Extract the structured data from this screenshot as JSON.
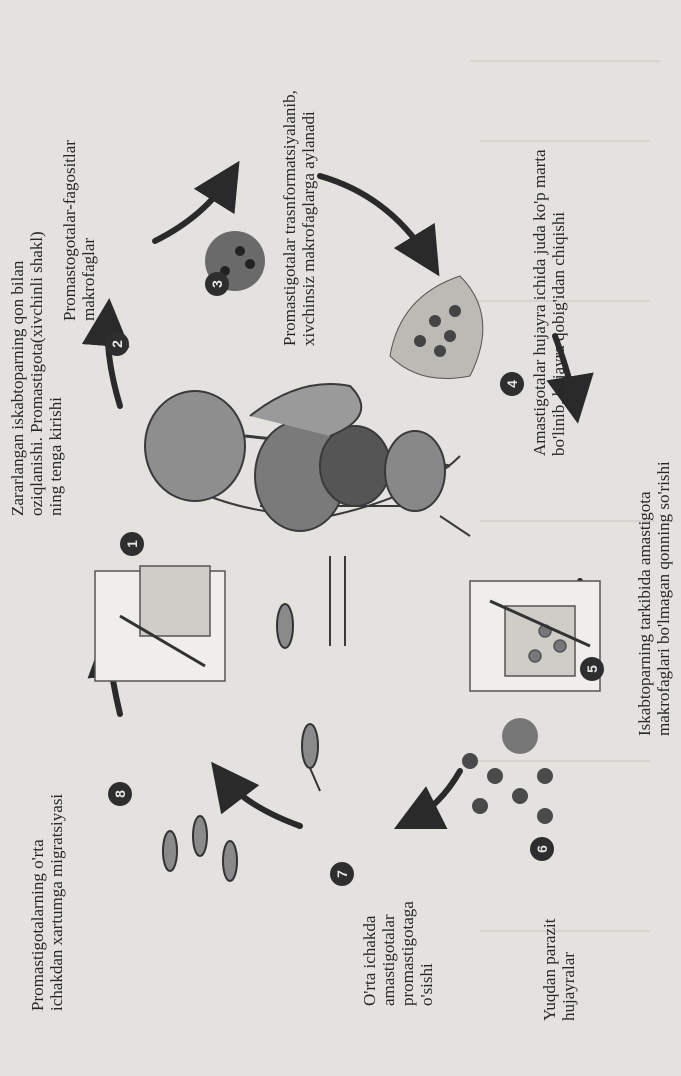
{
  "stages": [
    {
      "num": "1",
      "lines": [
        "Zararlangan iskabtoparning qon bilan",
        "oziqlanishi. Promastigota(xivchinli shakl)",
        "ning tenga kirishi"
      ]
    },
    {
      "num": "2",
      "lines": [
        "Promastogotalar-fagositlar",
        "makrofaglar"
      ]
    },
    {
      "num": "3",
      "lines": [
        "Promastigotalar trasnformatsiyalanib,",
        "xivchinsiz makrofaglarga aylanadi"
      ]
    },
    {
      "num": "4",
      "lines": [
        "Amastigotalar hujayra ichida juda ko'p marta",
        "bo'linib, hujayra qobig'idan chiqishi"
      ]
    },
    {
      "num": "5",
      "lines": [
        "Iskabtoparning tarkibida amastigota",
        "makrofaglari bo'lmagan qonning so'rishi"
      ]
    },
    {
      "num": "6",
      "lines": [
        "Yuqdan parazit",
        "hujayralar"
      ]
    },
    {
      "num": "7",
      "lines": [
        "O'rta ichakda",
        "amastigotalar",
        "promastigotaga",
        "o'sishi"
      ]
    },
    {
      "num": "8",
      "lines": [
        "Promastigotalarning o'rta",
        "ichakdan xartumga migratsiyasi"
      ]
    }
  ]
}
